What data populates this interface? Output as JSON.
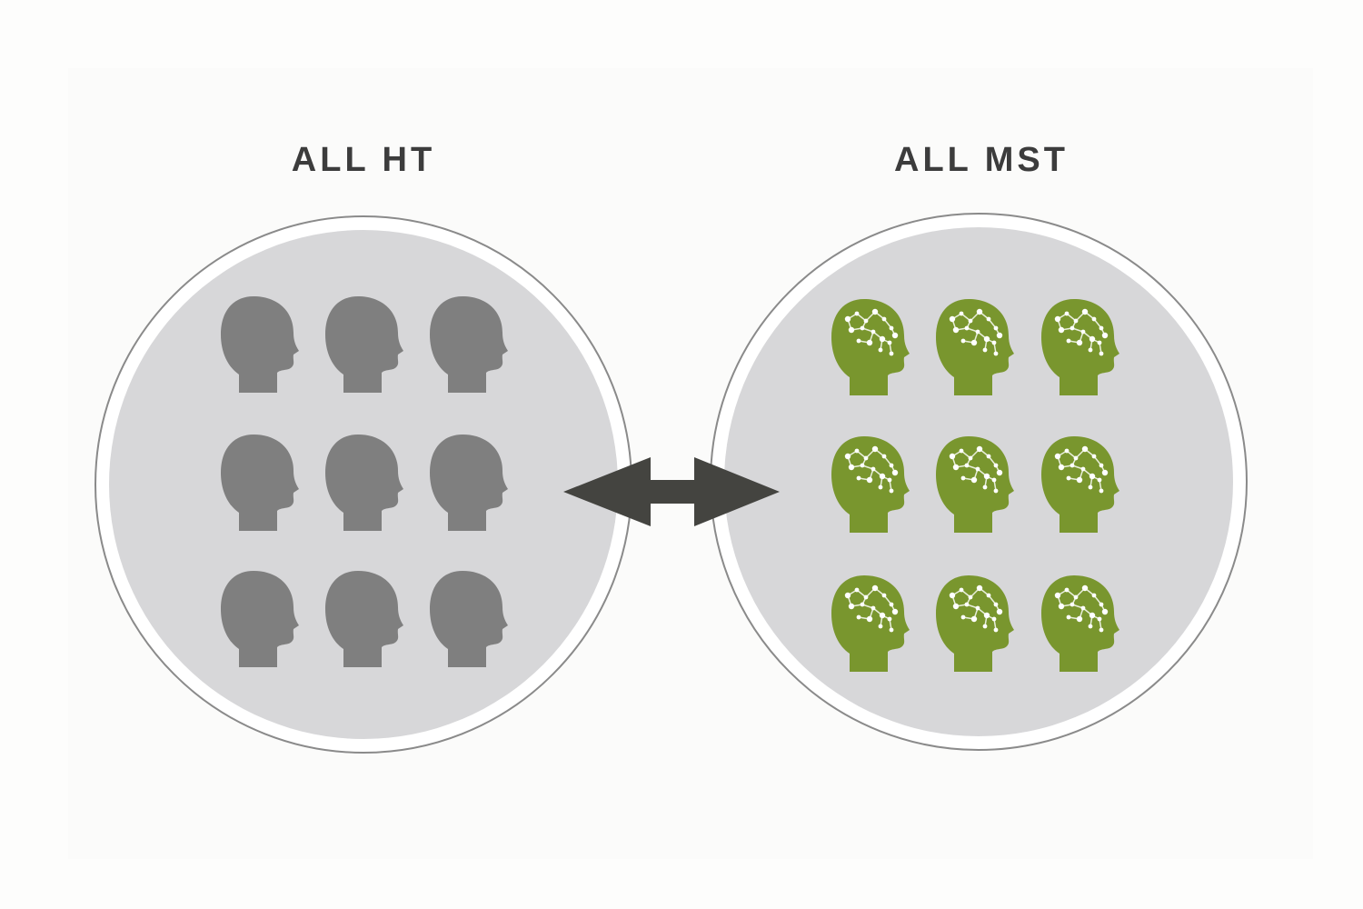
{
  "groups": [
    {
      "label": "ALL HT",
      "head_color": "#7f7f7f",
      "rows": 3,
      "cols": 3,
      "head_icon": "human-head-profile-icon"
    },
    {
      "label": "ALL MST",
      "head_color": "#79962e",
      "rows": 3,
      "cols": 3,
      "head_icon": "brain-network-head-icon"
    }
  ],
  "connector": {
    "icon": "double-headed-arrow-icon",
    "color": "#444440"
  },
  "colors": {
    "circle_fill": "#d7d7d9",
    "circle_border": "#8a8a8a",
    "background": "#fbfbfa"
  }
}
